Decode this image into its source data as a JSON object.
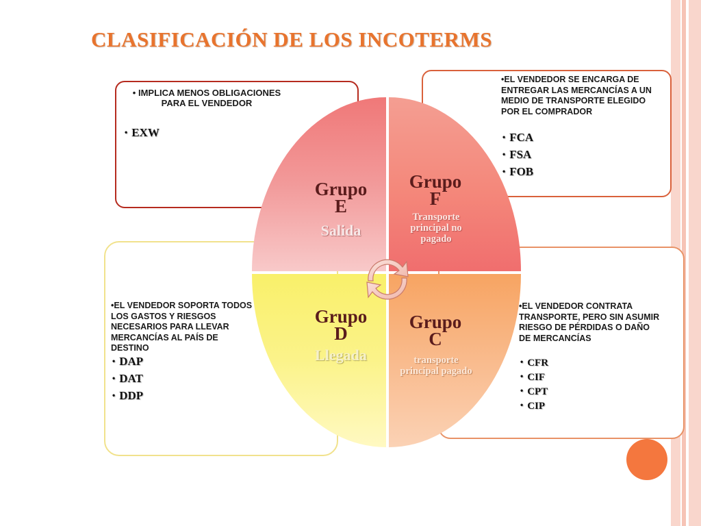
{
  "title": "CLASIFICACIÓN DE LOS INCOTERMS",
  "groups": {
    "E": {
      "name_line1": "Grupo",
      "name_line2": "E",
      "subtitle": "Salida",
      "description": "IMPLICA MENOS OBLIGACIONES PARA EL VENDEDOR",
      "terms": [
        "EXW"
      ]
    },
    "F": {
      "name_line1": "Grupo",
      "name_line2": "F",
      "subtitle": "Transporte principal no pagado",
      "description": "EL VENDEDOR SE ENCARGA DE ENTREGAR LAS MERCANCÍAS A UN MEDIO DE TRANSPORTE ELEGIDO POR EL COMPRADOR",
      "terms": [
        "FCA",
        "FSA",
        "FOB"
      ]
    },
    "D": {
      "name_line1": "Grupo",
      "name_line2": "D",
      "subtitle": "Llegada",
      "description": "EL VENDEDOR SOPORTA TODOS LOS GASTOS Y RIESGOS NECESARIOS PARA LLEVAR MERCANCÍAS AL PAÍS DE DESTINO",
      "terms": [
        "DAP",
        "DAT",
        "DDP"
      ]
    },
    "C": {
      "name_line1": "Grupo",
      "name_line2": "C",
      "subtitle": "transporte principal pagado",
      "description": "EL VENDEDOR CONTRATA TRANSPORTE, PERO SIN ASUMIR RIESGO DE PÉRDIDAS O DAÑO DE MERCANCÍAS",
      "terms": [
        "CFR",
        "CIF",
        "CPT",
        "CIP"
      ]
    }
  },
  "colors": {
    "title": "#e8742e",
    "group_e": "#f07878",
    "group_f": "#f4877a",
    "group_d": "#f9f06a",
    "group_c": "#f7a462",
    "accent_circle": "#f4773e"
  }
}
